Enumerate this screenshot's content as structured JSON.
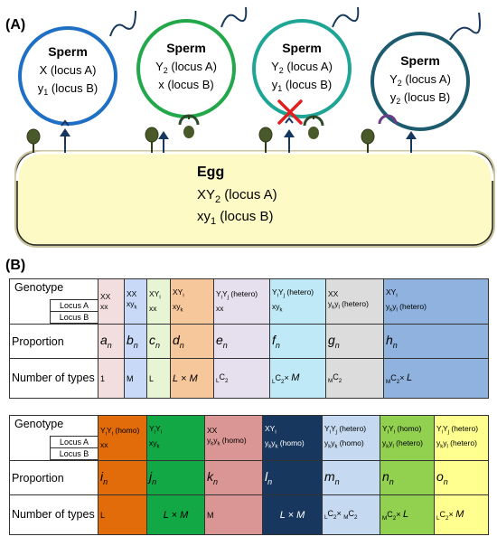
{
  "panel_a": {
    "label": "(A)",
    "sperm": [
      {
        "title": "Sperm",
        "line1": "X (locus A)",
        "line2": "y1 (locus B)",
        "color": "#1f6fc5"
      },
      {
        "title": "Sperm",
        "line1": "Y2 (locus A)",
        "line2": "x (locus B)",
        "color": "#22a84a"
      },
      {
        "title": "Sperm",
        "line1": "Y2 (locus A)",
        "line2": "y1 (locus B)",
        "color": "#1fa596"
      },
      {
        "title": "Sperm",
        "line1": "Y2 (locus A)",
        "line2": "y2 (locus B)",
        "color": "#1d5b6e"
      }
    ],
    "egg": {
      "title": "Egg",
      "line1": "XY2 (locus A)",
      "line2": "xy1 (locus B)",
      "fill": "#fdfac6"
    }
  },
  "panel_b": {
    "label": "(B)",
    "row_labels": {
      "genotype": "Genotype",
      "locus_a": "Locus A",
      "locus_b": "Locus B",
      "proportion": "Proportion",
      "types": "Number of types"
    },
    "table1": [
      {
        "a": "XX",
        "b": "xx",
        "p": "a",
        "n": "1",
        "color": "#f2dede"
      },
      {
        "a": "XX",
        "b": "xyk",
        "p": "b",
        "n": "M",
        "color": "#c7d9f7"
      },
      {
        "a": "XYi",
        "b": "xx",
        "p": "c",
        "n": "L",
        "color": "#e8f5d4"
      },
      {
        "a": "XYi",
        "b": "xyk",
        "p": "d",
        "n": "L × M",
        "color": "#f7c79c"
      },
      {
        "a": "YiYj (hetero)",
        "b": "xx",
        "p": "e",
        "n": "LC2",
        "color": "#e6e0ee"
      },
      {
        "a": "YiYj (hetero)",
        "b": "xyk",
        "p": "f",
        "n": "LC2× M",
        "color": "#bfe9f6"
      },
      {
        "a": "XX",
        "b": "ykyl (hetero)",
        "p": "g",
        "n": "MC2",
        "color": "#dcdcdc"
      },
      {
        "a": "XYi",
        "b": "ykyl (hetero)",
        "p": "h",
        "n": "MC2× L",
        "color": "#8fb3de"
      }
    ],
    "table2": [
      {
        "a": "YiYi (homo)",
        "b": "xx",
        "p": "i",
        "n": "L",
        "color": "#e36c0a"
      },
      {
        "a": "YiYi",
        "b": "xyk",
        "p": "j",
        "n": "L × M",
        "color": "#12a845"
      },
      {
        "a": "XX",
        "b": "ykyk (homo)",
        "p": "k",
        "n": "M",
        "color": "#da9694"
      },
      {
        "a": "XYi",
        "b": "ykyk (homo)",
        "p": "l",
        "n": "L × M",
        "color": "#17375e"
      },
      {
        "a": "YiYj (hetero)",
        "b": "ykyk (homo)",
        "p": "m",
        "n": "LC2× MC2",
        "color": "#c5d9f1"
      },
      {
        "a": "YiYi (homo)",
        "b": "ykyl (hetero)",
        "p": "n",
        "n": "MC2× L",
        "color": "#92d050"
      },
      {
        "a": "YiYj (hetero)",
        "b": "ykyl (hetero)",
        "p": "o",
        "n": "LC2× M",
        "color": "#ffff8f"
      }
    ]
  }
}
